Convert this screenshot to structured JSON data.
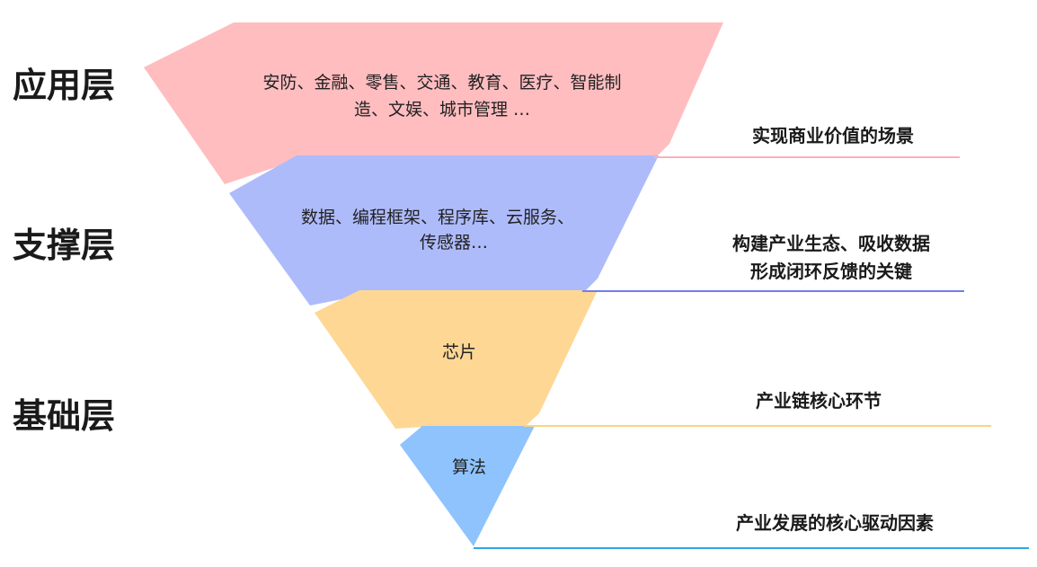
{
  "layer_labels": {
    "application": "应用层",
    "support": "支撑层",
    "foundation": "基础层"
  },
  "segments": {
    "application": {
      "lines": [
        "安防、金融、零售、交通、教育、医疗、智能制",
        "造、文娱、城市管理 …"
      ],
      "color": "#FFBDC0"
    },
    "support": {
      "lines": [
        "数据、编程框架、程序库、云服务、",
        "传感器…"
      ],
      "color": "#AEBBFB"
    },
    "chip": {
      "lines": [
        "芯片"
      ],
      "color": "#FED794"
    },
    "algorithm": {
      "lines": [
        "算法"
      ],
      "color": "#8EC3FD"
    }
  },
  "annotations": {
    "application": {
      "lines": [
        "实现商业价值的场景"
      ],
      "line_color": "#F7B2BA"
    },
    "support": {
      "lines": [
        "构建产业生态、吸收数据",
        "形成闭环反馈的关键"
      ],
      "line_color": "#6F7FE8"
    },
    "chip": {
      "lines": [
        "产业链核心环节"
      ],
      "line_color": "#F8D581"
    },
    "algorithm": {
      "lines": [
        "产业发展的核心驱动因素"
      ],
      "line_color": "#2FA8E6"
    }
  }
}
